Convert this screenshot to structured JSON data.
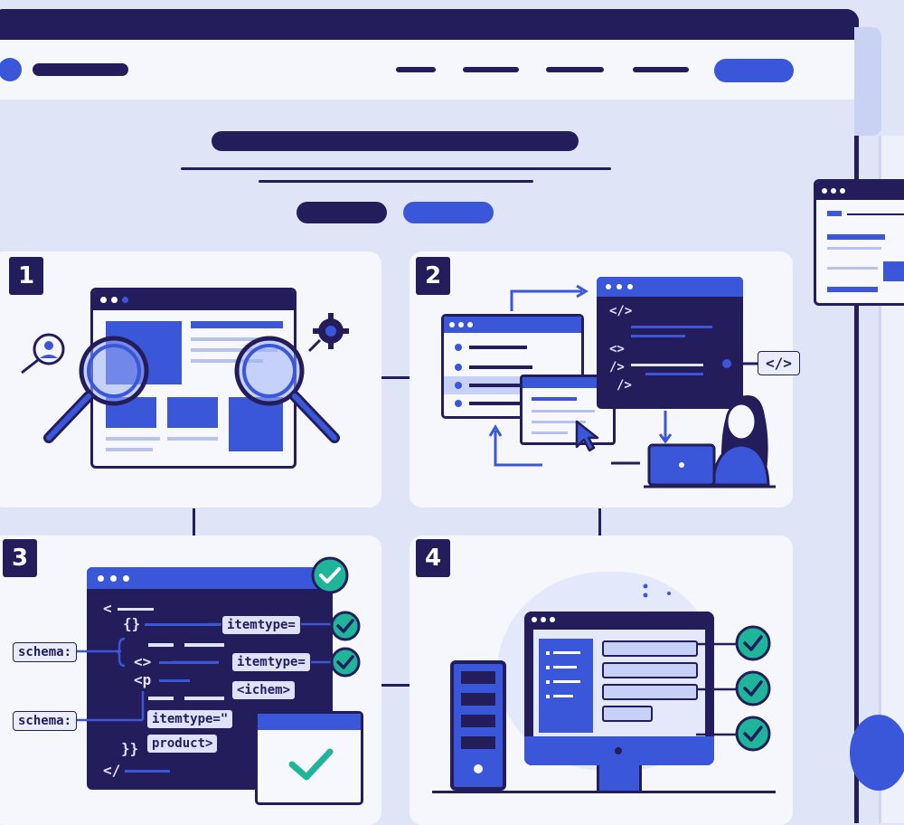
{
  "steps": [
    {
      "number": "1"
    },
    {
      "number": "2",
      "code_lines": [
        "</>",
        "<>",
        "/>",
        "/>"
      ],
      "code_tag": "</>"
    },
    {
      "number": "3",
      "code_lines": [
        "<",
        "{}",
        "<>",
        "<p",
        "}}",
        "</"
      ],
      "schema_labels": [
        "schema:",
        "schema:"
      ],
      "code_labels": [
        "itemtype=",
        "itemtype=",
        "<ichem>",
        "itemtype=\"",
        "product>"
      ]
    },
    {
      "number": "4"
    }
  ],
  "colors": {
    "navy": "#241d5c",
    "blue": "#3a57d9",
    "light": "#dfe5f7",
    "teal": "#1fb59a"
  },
  "icons": [
    "magnifier-icon",
    "gear-icon",
    "user-icon",
    "cursor-icon",
    "check-icon",
    "laptop-icon",
    "server-icon",
    "monitor-icon"
  ]
}
